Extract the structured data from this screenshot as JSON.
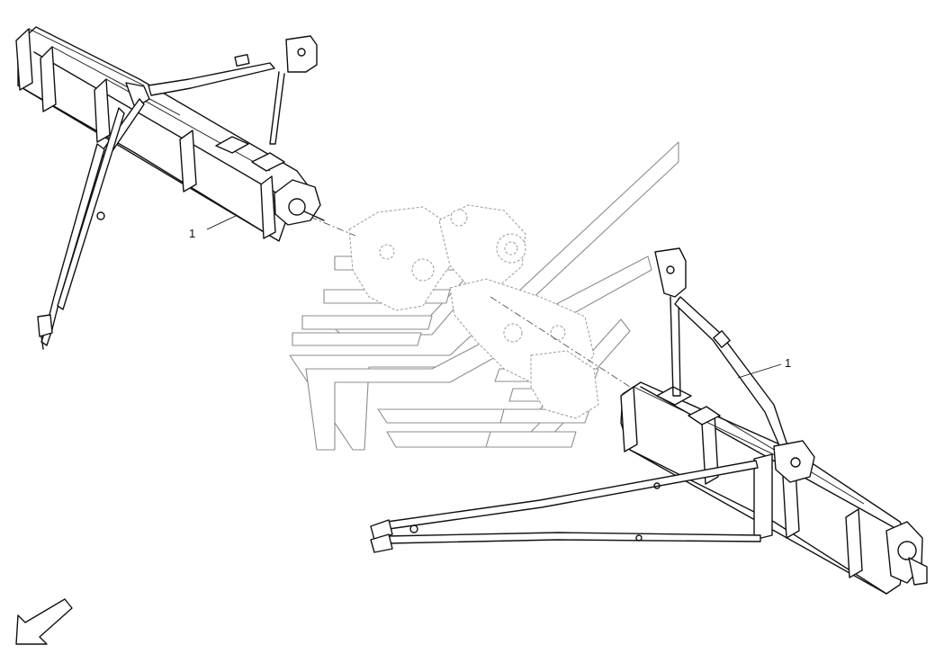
{
  "figure": {
    "callouts": [
      {
        "id": "left-assembly",
        "label": "1"
      },
      {
        "id": "right-assembly",
        "label": "1"
      }
    ],
    "orientation_arrow": "arrow-down-left-icon",
    "colors": {
      "line": "#111111",
      "watermark": "#8c8c8c",
      "background": "#ffffff"
    }
  }
}
